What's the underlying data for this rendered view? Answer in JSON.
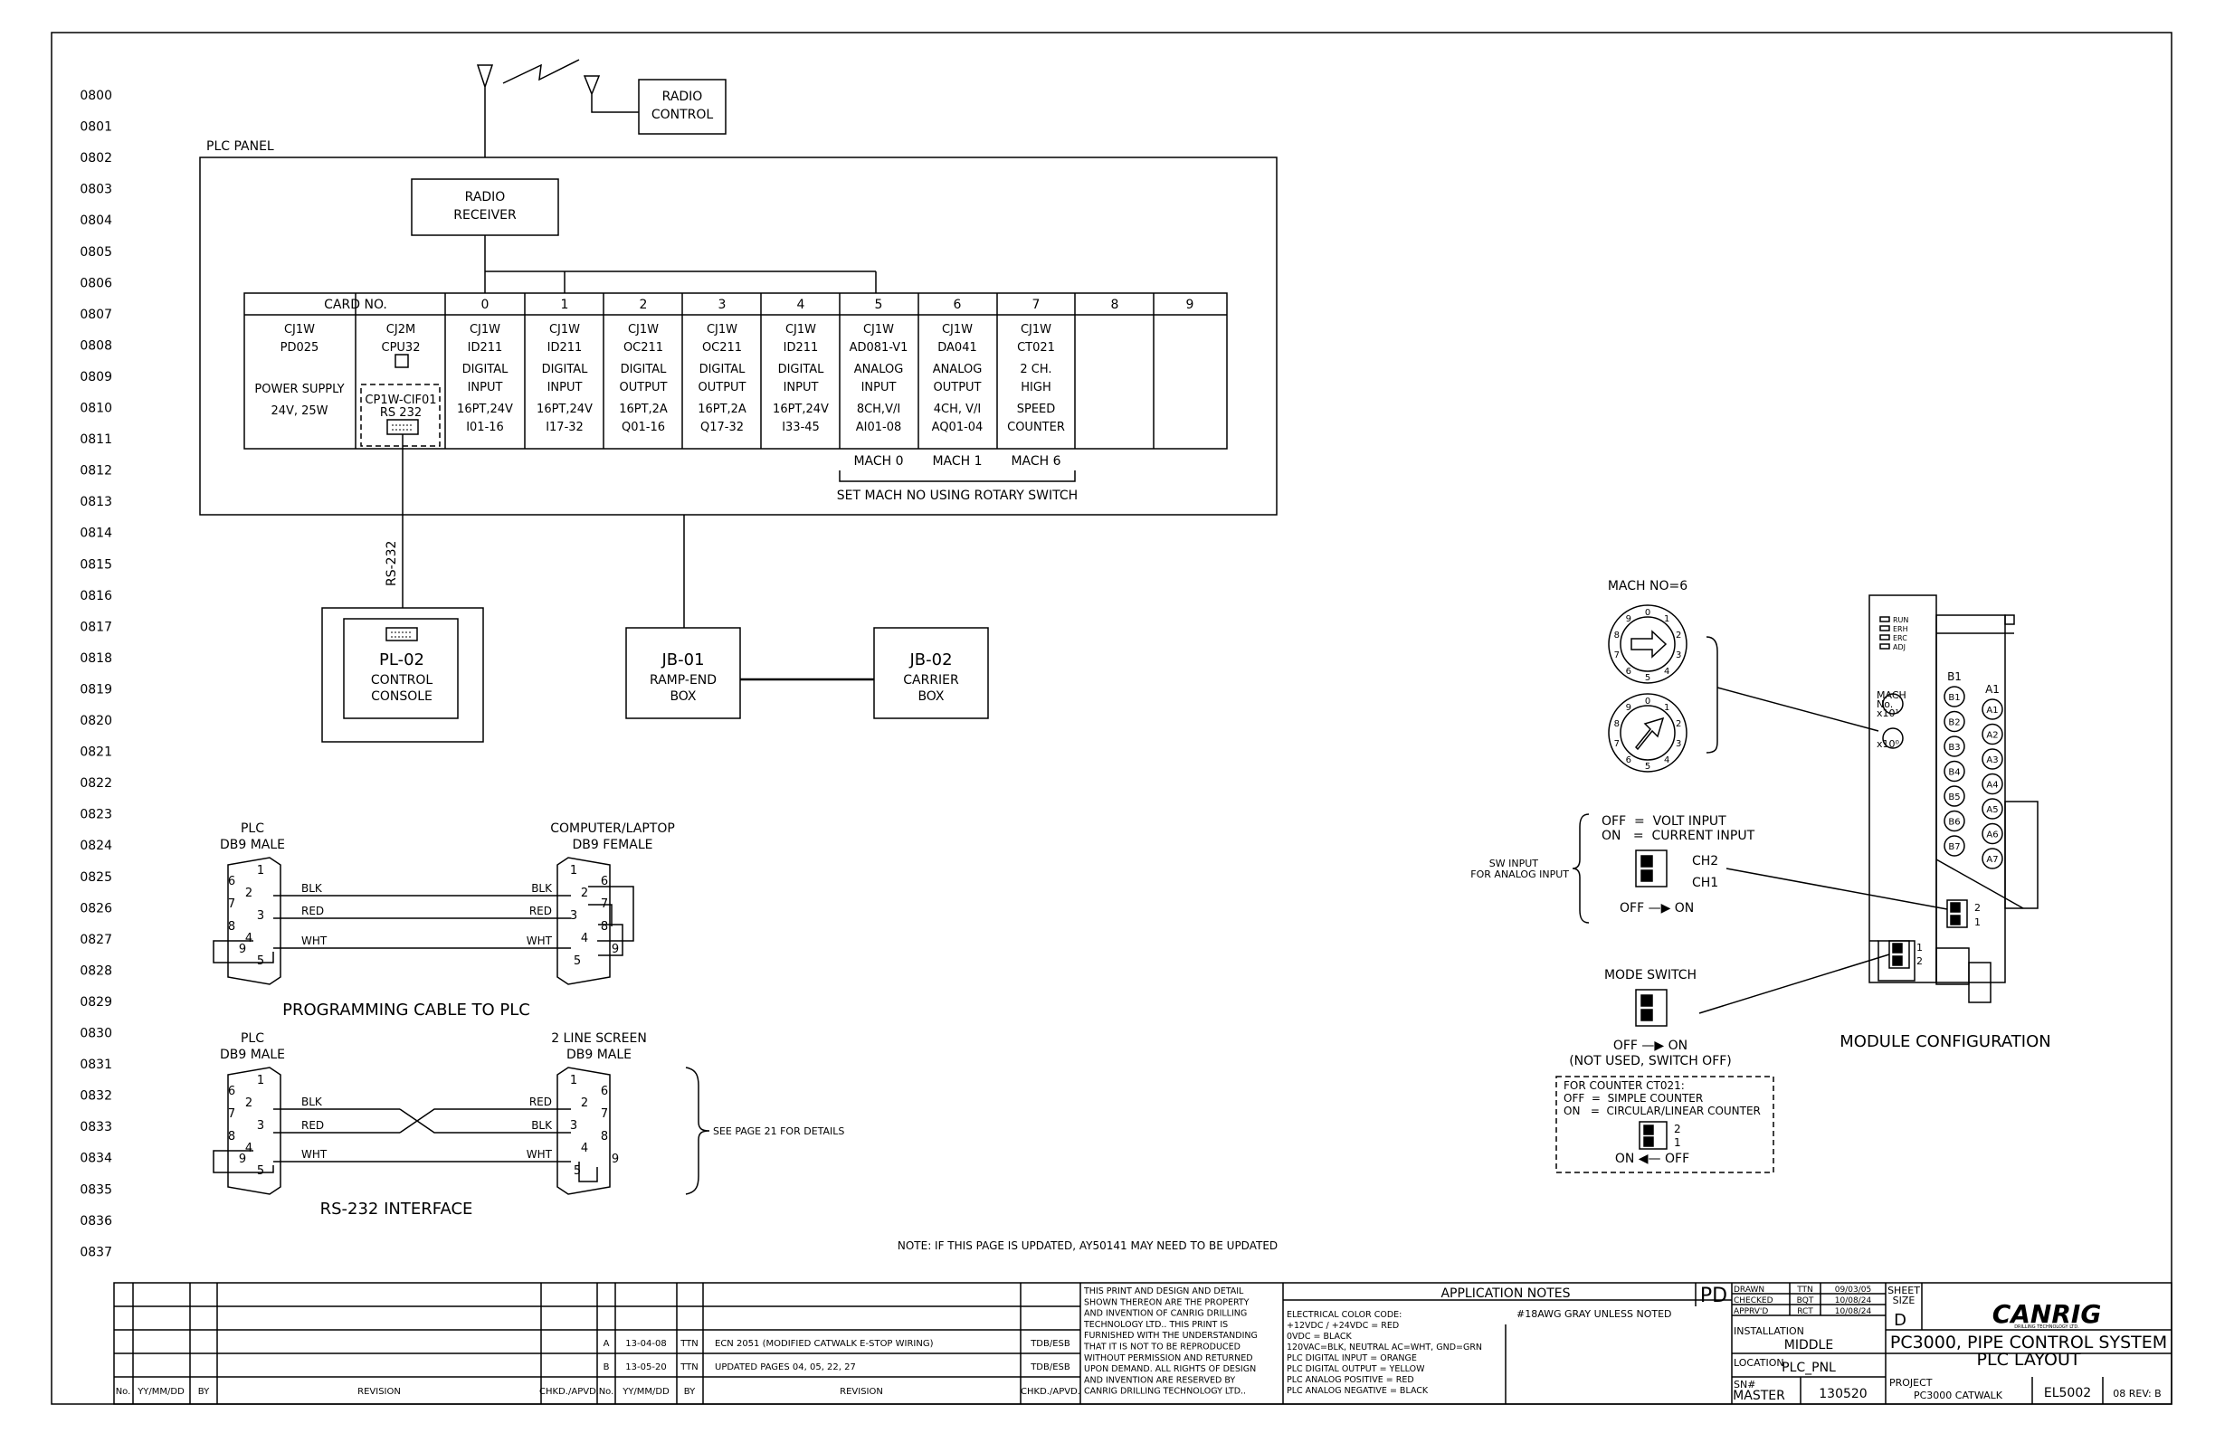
{
  "line_numbers": [
    "0800",
    "0801",
    "0802",
    "0803",
    "0804",
    "0805",
    "0806",
    "0807",
    "0808",
    "0809",
    "0810",
    "0811",
    "0812",
    "0813",
    "0814",
    "0815",
    "0816",
    "0817",
    "0818",
    "0819",
    "0820",
    "0821",
    "0822",
    "0823",
    "0824",
    "0825",
    "0826",
    "0827",
    "0828",
    "0829",
    "0830",
    "0831",
    "0832",
    "0833",
    "0834",
    "0835",
    "0836",
    "0837"
  ],
  "radio_control": [
    "RADIO",
    "CONTROL"
  ],
  "plc_panel_label": "PLC PANEL",
  "radio_receiver": [
    "RADIO",
    "RECEIVER"
  ],
  "card_table": {
    "header_label": "CARD NO.",
    "slots": [
      "0",
      "1",
      "2",
      "3",
      "4",
      "5",
      "6",
      "7",
      "8",
      "9"
    ],
    "cells": [
      [
        "CJ1W",
        "PD025",
        "",
        "POWER SUPPLY",
        "24V, 25W"
      ],
      [
        "CJ2M",
        "CPU32",
        "",
        "CP1W-CIF01",
        "RS 232"
      ],
      [
        "CJ1W",
        "ID211",
        "DIGITAL",
        "INPUT",
        "16PT,24V",
        "I01-16"
      ],
      [
        "CJ1W",
        "ID211",
        "DIGITAL",
        "INPUT",
        "16PT,24V",
        "I17-32"
      ],
      [
        "CJ1W",
        "OC211",
        "DIGITAL",
        "OUTPUT",
        "16PT,2A",
        "Q01-16"
      ],
      [
        "CJ1W",
        "OC211",
        "DIGITAL",
        "OUTPUT",
        "16PT,2A",
        "Q17-32"
      ],
      [
        "CJ1W",
        "ID211",
        "DIGITAL",
        "INPUT",
        "16PT,24V",
        "I33-45"
      ],
      [
        "CJ1W",
        "AD081-V1",
        "ANALOG",
        "INPUT",
        "8CH,V/I",
        "AI01-08"
      ],
      [
        "CJ1W",
        "DA041",
        "ANALOG",
        "OUTPUT",
        "4CH, V/I",
        "AQ01-04"
      ],
      [
        "CJ1W",
        "CT021",
        "2 CH.",
        "HIGH",
        "SPEED",
        "COUNTER"
      ]
    ],
    "mach_labels": [
      "MACH 0",
      "MACH 1",
      "MACH 6"
    ],
    "mach_note": "SET MACH NO USING ROTARY SWITCH"
  },
  "rs232_label": "RS-232",
  "pl02": [
    "PL-02",
    "CONTROL",
    "CONSOLE"
  ],
  "jb01": [
    "JB-01",
    "RAMP-END",
    "BOX"
  ],
  "jb02": [
    "JB-02",
    "CARRIER",
    "BOX"
  ],
  "prog_cable": {
    "left_title": [
      "PLC",
      "DB9 MALE"
    ],
    "right_title": [
      "COMPUTER/LAPTOP",
      "DB9 FEMALE"
    ],
    "wires_left": [
      "BLK",
      "RED",
      "WHT"
    ],
    "wires_right": [
      "BLK",
      "RED",
      "WHT"
    ],
    "caption": "PROGRAMMING CABLE TO PLC"
  },
  "rs232_interface": {
    "left_title": [
      "PLC",
      "DB9 MALE"
    ],
    "right_title": [
      "2 LINE SCREEN",
      "DB9 MALE"
    ],
    "wires_left": [
      "BLK",
      "RED",
      "WHT"
    ],
    "wires_right": [
      "RED",
      "BLK",
      "WHT"
    ],
    "caption": "RS-232 INTERFACE",
    "see_page": "SEE PAGE 21 FOR DETAILS"
  },
  "db9_pins": [
    "1",
    "2",
    "3",
    "4",
    "5",
    "6",
    "7",
    "8",
    "9"
  ],
  "note": "NOTE: IF THIS PAGE IS UPDATED, AY50141 MAY NEED TO BE UPDATED",
  "module_config": {
    "mach_no": "MACH NO=6",
    "dial_digits": [
      "0",
      "1",
      "2",
      "3",
      "4",
      "5",
      "6",
      "7",
      "8",
      "9"
    ],
    "leds": [
      "RUN",
      "ERH",
      "ERC",
      "ADJ"
    ],
    "mach_side_label": [
      "MACH",
      "No.",
      "x10¹",
      "x10⁰"
    ],
    "terminals_b": [
      "B1",
      "B2",
      "B3",
      "B4",
      "B5",
      "B6",
      "B7"
    ],
    "terminals_a": [
      "A1",
      "A2",
      "A3",
      "A4",
      "A5",
      "A6",
      "A7"
    ],
    "switch_nums": [
      "2",
      "1"
    ],
    "off_on_lines": [
      "OFF  =  VOLT INPUT",
      "ON   =  CURRENT INPUT"
    ],
    "sw_input": [
      "SW INPUT",
      "FOR ANALOG INPUT"
    ],
    "ch_labels": [
      "CH2",
      "CH1"
    ],
    "off_on_arrow": "OFF —▶ ON",
    "mode_switch": "MODE SWITCH",
    "mode_off_on": "OFF —▶ ON",
    "mode_note": "(NOT USED, SWITCH OFF)",
    "counter_box": [
      "FOR COUNTER CT021:",
      "OFF  =  SIMPLE COUNTER",
      "ON   =  CIRCULAR/LINEAR COUNTER"
    ],
    "counter_on_off": "ON ◀— OFF",
    "caption": "MODULE CONFIGURATION"
  },
  "title_block": {
    "revisions": [
      {
        "no": "A",
        "date": "13-04-08",
        "by": "TTN",
        "text": "ECN 2051 (MODIFIED CATWALK E-STOP WIRING)",
        "chkd": "TDB/ESB"
      },
      {
        "no": "B",
        "date": "13-05-20",
        "by": "TTN",
        "text": "UPDATED PAGES 04, 05, 22, 27",
        "chkd": "TDB/ESB"
      }
    ],
    "rev_headers": [
      "No.",
      "YY/MM/DD",
      "BY",
      "REVISION",
      "CHKD./APVD."
    ],
    "property_text": [
      "THIS PRINT AND DESIGN AND DETAIL",
      "SHOWN THEREON ARE THE PROPERTY",
      "AND INVENTION OF CANRIG DRILLING",
      "TECHNOLOGY LTD.. THIS PRINT IS",
      "FURNISHED WITH THE UNDERSTANDING",
      "THAT IT IS NOT TO BE REPRODUCED",
      "WITHOUT PERMISSION AND RETURNED",
      "UPON DEMAND. ALL RIGHTS OF DESIGN",
      "AND INVENTION ARE RESERVED BY",
      "CANRIG DRILLING TECHNOLOGY LTD.."
    ],
    "app_notes_title": "APPLICATION NOTES",
    "app_notes": [
      "ELECTRICAL COLOR CODE:",
      "+12VDC / +24VDC = RED",
      "0VDC = BLACK",
      "120VAC=BLK, NEUTRAL AC=WHT, GND=GRN",
      "PLC DIGITAL INPUT = ORANGE",
      "PLC DIGITAL OUTPUT = YELLOW",
      "PLC ANALOG POSITIVE = RED",
      "PLC ANALOG NEGATIVE = BLACK"
    ],
    "wire_note": "#18AWG GRAY UNLESS NOTED",
    "pd": "PD",
    "drawn": [
      "DRAWN",
      "TTN",
      "09/03/05"
    ],
    "checked": [
      "CHECKED",
      "BQT",
      "10/08/24"
    ],
    "apprvd": [
      "APPRV'D",
      "RCT",
      "10/08/24"
    ],
    "sheet_size_label": [
      "SHEET",
      "SIZE"
    ],
    "sheet_size": "D",
    "logo": "CANRIG",
    "logo_sub": "DRILLING TECHNOLOGY LTD.",
    "installation_label": "INSTALLATION",
    "installation": "MIDDLE",
    "location_label": "LOCATION",
    "location": "PLC_PNL",
    "sn_label": "SN#",
    "sn": "MASTER",
    "sn_num": "130520",
    "title1": "PC3000, PIPE CONTROL SYSTEM",
    "title2": "PLC LAYOUT",
    "project_label": "PROJECT",
    "project": "PC3000 CATWALK",
    "drawing_no": "EL5002",
    "page_rev": "08 REV: B"
  }
}
